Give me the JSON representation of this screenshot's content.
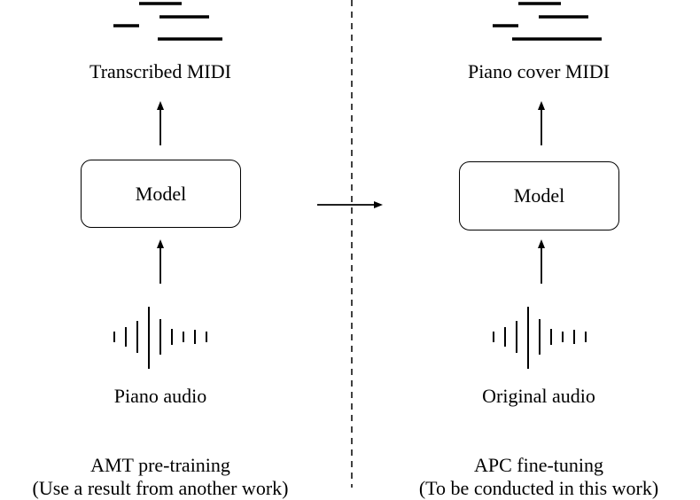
{
  "left": {
    "output_label": "Transcribed MIDI",
    "model_label": "Model",
    "input_label": "Piano audio",
    "stage_title": "AMT pre-training",
    "stage_note": "(Use a result from another work)"
  },
  "right": {
    "output_label": "Piano cover MIDI",
    "model_label": "Model",
    "input_label": "Original audio",
    "stage_title": "APC fine-tuning",
    "stage_note": "(To be conducted in this work)"
  },
  "icons": {
    "midi": "piano-roll-icon",
    "audio": "waveform-icon",
    "arrow": "arrow-icon"
  },
  "colors": {
    "line": "#000000",
    "background": "#ffffff"
  }
}
